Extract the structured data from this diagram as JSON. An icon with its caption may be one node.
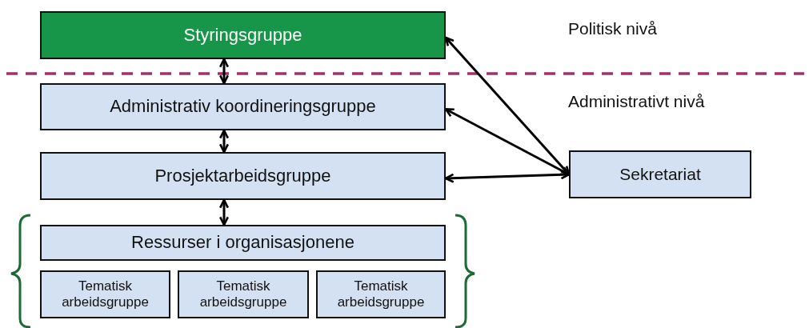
{
  "diagram": {
    "nodes": [
      {
        "text": [
          "Styringsgruppe"
        ]
      },
      {
        "text": [
          "Administrativ koordineringsgruppe"
        ]
      },
      {
        "text": [
          "Prosjektarbeidsgruppe"
        ]
      },
      {
        "text": [
          "Ressurser i organisasjonene"
        ]
      },
      {
        "text": [
          "Tematisk arbeidsgruppe"
        ]
      },
      {
        "text": [
          "Tematisk arbeidsgruppe"
        ]
      },
      {
        "text": [
          "Tematisk arbeidsgruppe"
        ]
      },
      {
        "text": [
          "Sekretariat"
        ]
      }
    ],
    "edges": [
      {
        "from": 0,
        "to": 1,
        "arrow": "both"
      },
      {
        "from": 1,
        "to": 2,
        "arrow": "both"
      },
      {
        "from": 2,
        "to": 3,
        "arrow": "both"
      },
      {
        "from": 7,
        "to": 0,
        "arrow": "both"
      },
      {
        "from": 7,
        "to": 1,
        "arrow": "both"
      },
      {
        "from": 7,
        "to": 2,
        "arrow": "both"
      }
    ],
    "labels": [
      "Politisk nivå",
      "Administrativt nivå"
    ]
  }
}
